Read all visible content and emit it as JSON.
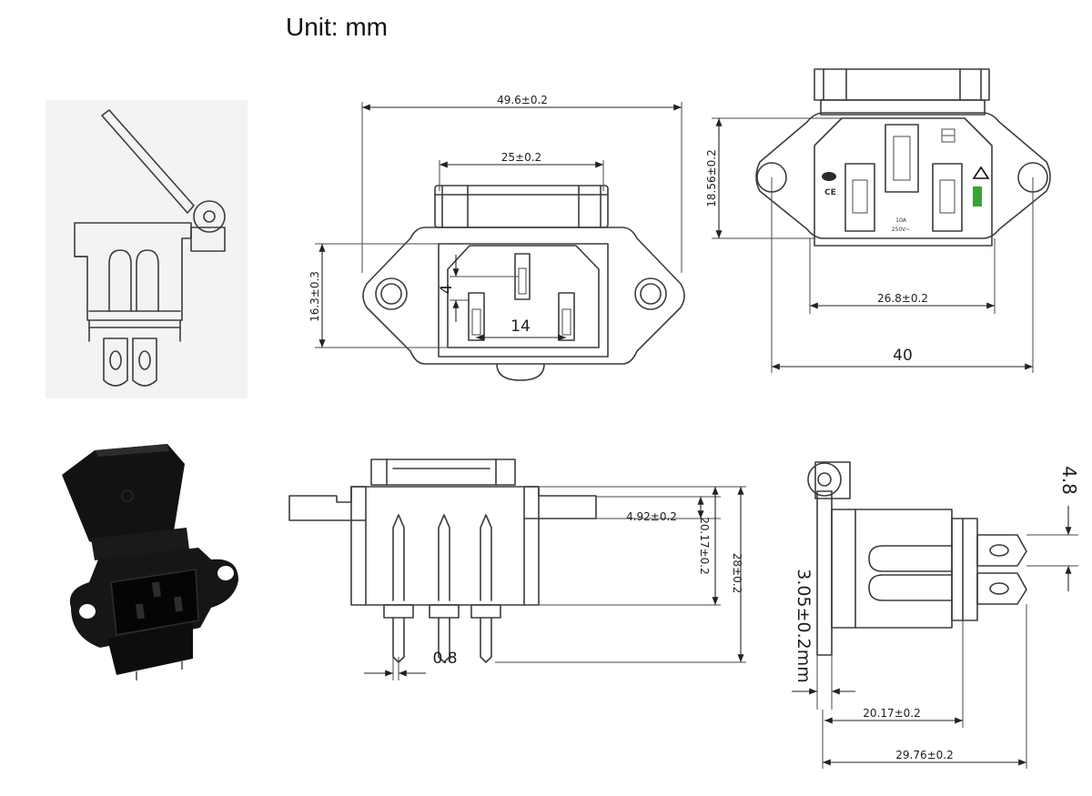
{
  "unit_label": "Unit: mm",
  "front_view": {
    "width": "49.6±0.2",
    "inner_width": "25±0.2",
    "height": "16.3±0.3",
    "pin_offset": "4",
    "pin_spacing": "14"
  },
  "rear_view": {
    "height": "18.56±0.2",
    "hole_spacing": "26.8±0.2",
    "total_width": "40",
    "rating_current": "10A",
    "rating_voltage": "250V~"
  },
  "side_view": {
    "flange_thickness": "4.92±0.2",
    "body_depth": "20.17±0.2",
    "total_depth": "28±0.2",
    "pin_width": "0.8"
  },
  "profile_view": {
    "tab_spacing": "4.8",
    "panel_thickness": "3.05±0.2mm",
    "body_length": "20.17±0.2",
    "total_length": "29.76±0.2"
  }
}
